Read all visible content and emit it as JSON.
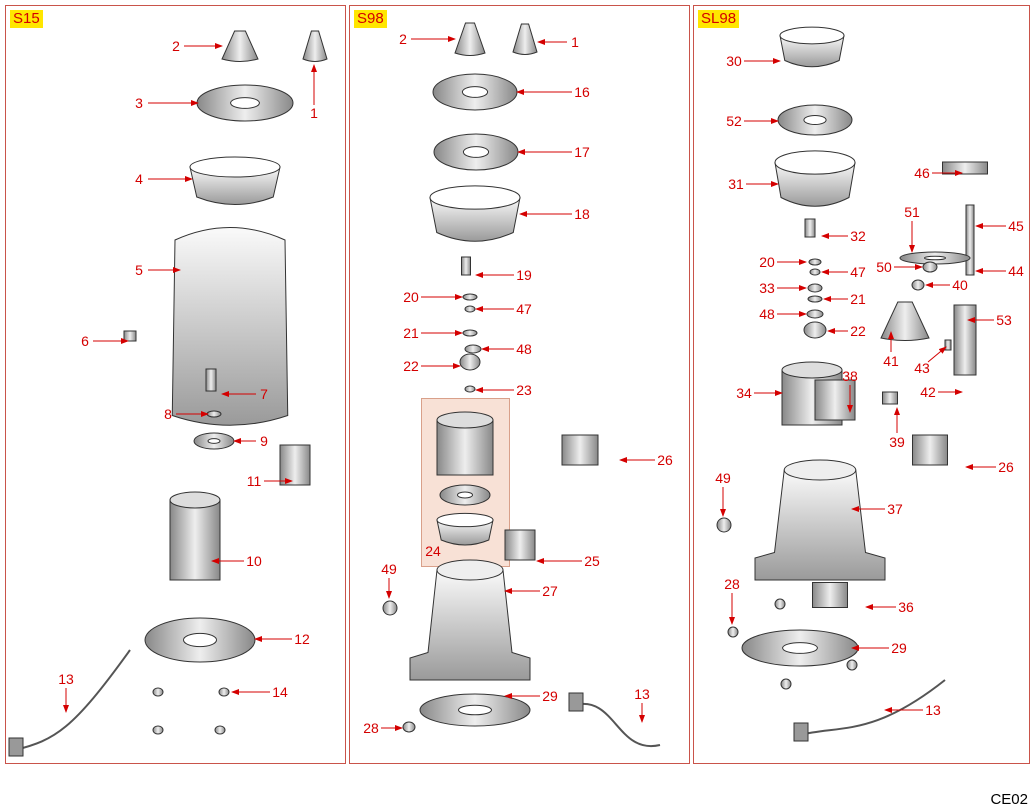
{
  "panels": [
    {
      "title": "S15",
      "callouts": [
        "2",
        "1",
        "3",
        "4",
        "5",
        "6",
        "7",
        "8",
        "9",
        "11",
        "10",
        "12",
        "13",
        "14"
      ]
    },
    {
      "title": "S98",
      "callouts": [
        "2",
        "1",
        "16",
        "17",
        "18",
        "19",
        "20",
        "47",
        "21",
        "48",
        "22",
        "23",
        "26",
        "24",
        "25",
        "49",
        "27",
        "29",
        "13",
        "28"
      ]
    },
    {
      "title": "SL98",
      "callouts": [
        "30",
        "52",
        "31",
        "46",
        "45",
        "51",
        "32",
        "20",
        "47",
        "50",
        "44",
        "40",
        "33",
        "21",
        "48",
        "22",
        "53",
        "41",
        "43",
        "34",
        "38",
        "42",
        "39",
        "26",
        "49",
        "37",
        "28",
        "36",
        "29",
        "13"
      ]
    }
  ],
  "footer": "CE02",
  "colors": {
    "callout": "#d40000",
    "border": "#c9534a",
    "title_bg": "#ffe600"
  }
}
